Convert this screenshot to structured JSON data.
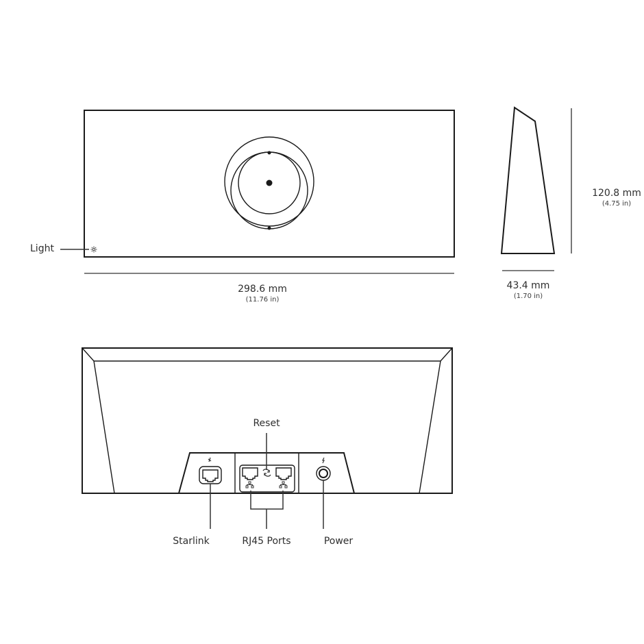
{
  "front_view": {
    "callouts": {
      "light_label": "Light"
    },
    "width_dimension": {
      "metric": "298.6 mm",
      "imperial": "(11.76 in)"
    }
  },
  "side_view": {
    "height_dimension": {
      "metric": "120.8 mm",
      "imperial": "(4.75 in)"
    },
    "depth_dimension": {
      "metric": "43.4 mm",
      "imperial": "(1.70 in)"
    }
  },
  "back_view": {
    "callouts": {
      "reset_label": "Reset",
      "starlink_label": "Starlink",
      "rj45_label": "RJ45 Ports",
      "power_label": "Power"
    }
  },
  "icons": {
    "light": "sun-icon",
    "starlink": "satellite-dish-icon",
    "reset": "reset-arrows-icon",
    "network": "network-icon",
    "power": "lightning-bolt-icon"
  },
  "colors": {
    "line": "#1a1a1a",
    "dimension_line": "#555555",
    "text": "#2e2e2e",
    "background": "#ffffff"
  }
}
